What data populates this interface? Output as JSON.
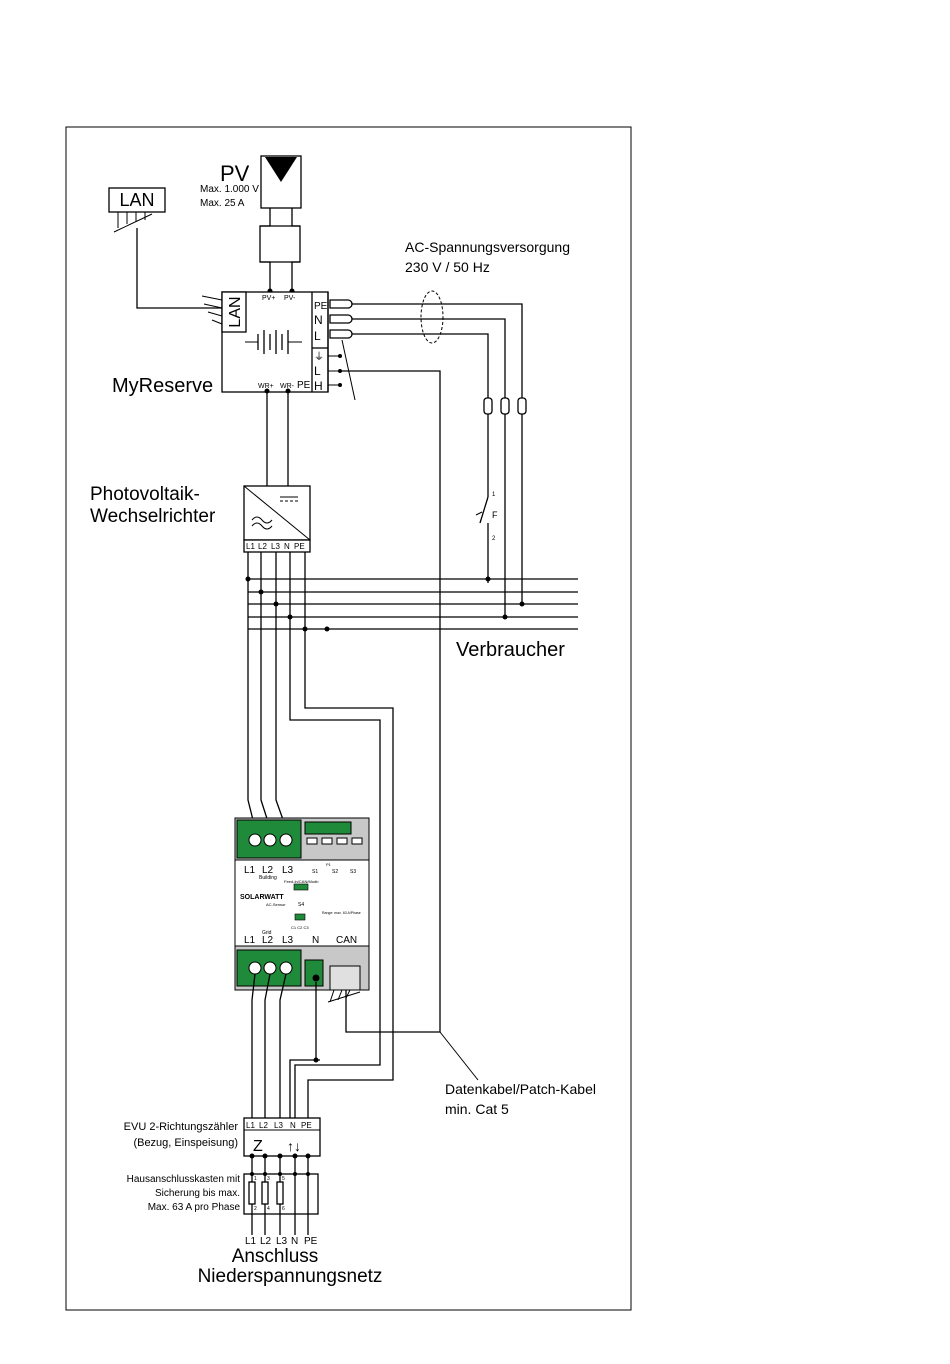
{
  "pv": {
    "title": "PV",
    "voltage": "Max. 1.000 V",
    "current": "Max. 25 A"
  },
  "lan": {
    "label": "LAN"
  },
  "ac_supply": {
    "line1": "AC-Spannungsversorgung",
    "line2": "230 V / 50 Hz"
  },
  "myreserve": {
    "name": "MyReserve",
    "lan_label": "LAN",
    "pv_plus": "PV+",
    "pv_minus": "PV-",
    "wr_plus": "WR+",
    "wr_minus": "WR-",
    "pe_bottom": "PE",
    "terminals": [
      "PE",
      "N",
      "L",
      "⏚",
      "L",
      "H"
    ]
  },
  "fuse": {
    "label": "F",
    "top": "1",
    "bottom": "2"
  },
  "inverter": {
    "name_line1": "Photovoltaik-",
    "name_line2": "Wechselrichter",
    "terminals": [
      "L1",
      "L2",
      "L3",
      "N",
      "PE"
    ]
  },
  "consumer": {
    "label": "Verbraucher"
  },
  "sensor": {
    "brand": "SOLARWATT",
    "subtitle": "AC-Sensor",
    "top_terminals": [
      "L1",
      "L2",
      "L3"
    ],
    "building": "Building",
    "grid": "Grid",
    "s_labels": [
      "S1",
      "S2",
      "S3",
      "S4"
    ],
    "p1": "P1",
    "bottom_terminals": [
      "L1",
      "L2",
      "L3"
    ],
    "n_label": "N",
    "can_label": "CAN",
    "feed_in": "Feed-In/CAN/Modb",
    "range": "Range: max. 63 A/Phase",
    "jumper": "C1  C2  C3"
  },
  "datacable": {
    "line1": "Datenkabel/Patch-Kabel",
    "line2": "min. Cat 5"
  },
  "meter": {
    "name_line1": "EVU 2-Richtungszähler",
    "name_line2": "(Bezug, Einspeisung)",
    "symbol": "Z",
    "arrows": "↑↓",
    "terminals": [
      "L1",
      "L2",
      "L3",
      "N",
      "PE"
    ]
  },
  "house_box": {
    "line1": "Hausanschlusskasten mit",
    "line2": "Sicherung bis max.",
    "line3": "Max. 63 A pro Phase",
    "fuse_top": [
      "1",
      "3",
      "5"
    ],
    "fuse_bottom": [
      "2",
      "4",
      "6"
    ]
  },
  "grid_terminals": [
    "L1",
    "L2",
    "L3",
    "N",
    "PE"
  ],
  "grid_connection": {
    "line1": "Anschluss",
    "line2": "Niederspannungsnetz"
  }
}
